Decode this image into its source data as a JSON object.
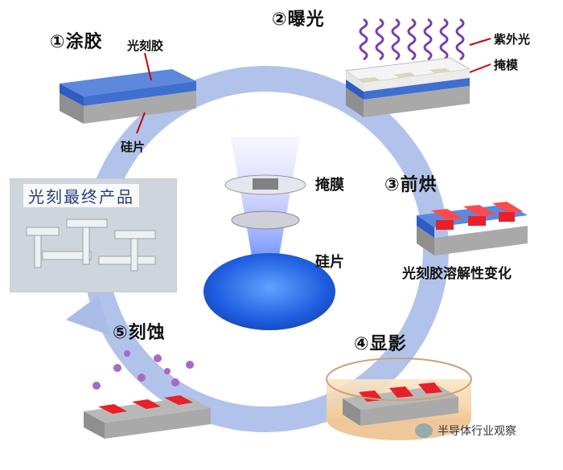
{
  "steps": {
    "s1": "①涂胶",
    "s2": "②曝光",
    "s3": "③前烘",
    "s4": "④显影",
    "s5": "⑤刻蚀"
  },
  "labels": {
    "photoresist": "光刻胶",
    "silicon1": "硅片",
    "uv": "紫外光",
    "mask1": "掩模",
    "mask_center": "掩膜",
    "silicon_center": "硅片",
    "dissolve": "光刻胶溶解性变化",
    "product": "光刻最终产品"
  },
  "watermark": "半导体行业观察",
  "colors": {
    "resist_blue": "#3f6fd0",
    "silicon_gray": "#a9a9a9",
    "developed_red": "#e8202a",
    "cycle_arrow": "#a9bde8",
    "uv_purple": "#7a3fa8"
  },
  "icons": [
    "wechat-icon"
  ]
}
